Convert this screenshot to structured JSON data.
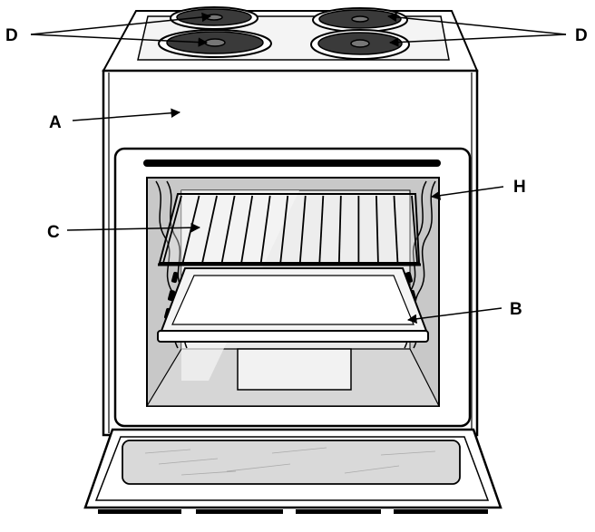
{
  "labels": {
    "a": "A",
    "b": "B",
    "c": "C",
    "d_left": "D",
    "d_right": "D",
    "h": "H"
  },
  "colors": {
    "line": "#000000",
    "metal_light": "#e8e8e8",
    "cavity_shade": "#c8c8c8",
    "burner": "#3a3a3a",
    "glass": "#d9d9d9",
    "background": "#ffffff"
  },
  "rack_bar_count": 14
}
